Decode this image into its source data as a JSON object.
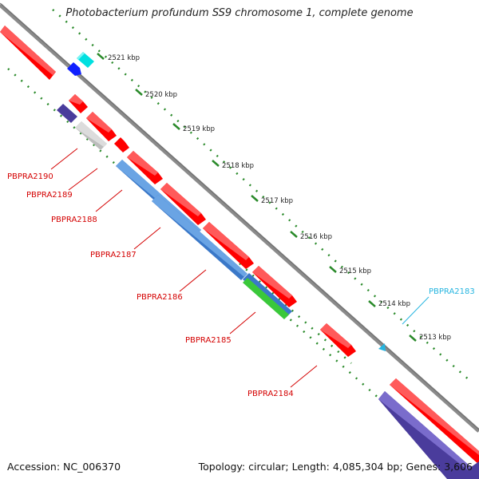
{
  "title": "Photobacterium profundum SS9 chromosome 1, complete genome",
  "accession": "Accession: NC_006370",
  "summary": "Topology: circular; Length: 4,085,304 bp; Genes: 3,606",
  "colors": {
    "backbone": "#8a8a8a",
    "ticks": "#2a8a2a",
    "cds": "#ff0000",
    "rna": "#3a8ad8",
    "pseudo": "#3a8f2a",
    "other": "#4a3c9c",
    "highlight": "#00e0e0",
    "label_red": "#d40000",
    "label_cyan": "#26b5e0"
  },
  "kbp_labels": [
    "2521 kbp",
    "2520 kbp",
    "2519 kbp",
    "2518 kbp",
    "2517 kbp",
    "2516 kbp",
    "2515 kbp",
    "2514 kbp",
    "2513 kbp"
  ],
  "gene_labels": [
    "PBPRA2190",
    "PBPRA2189",
    "PBPRA2188",
    "PBPRA2187",
    "PBPRA2186",
    "PBPRA2185",
    "PBPRA2184",
    "PBPRA2183"
  ]
}
